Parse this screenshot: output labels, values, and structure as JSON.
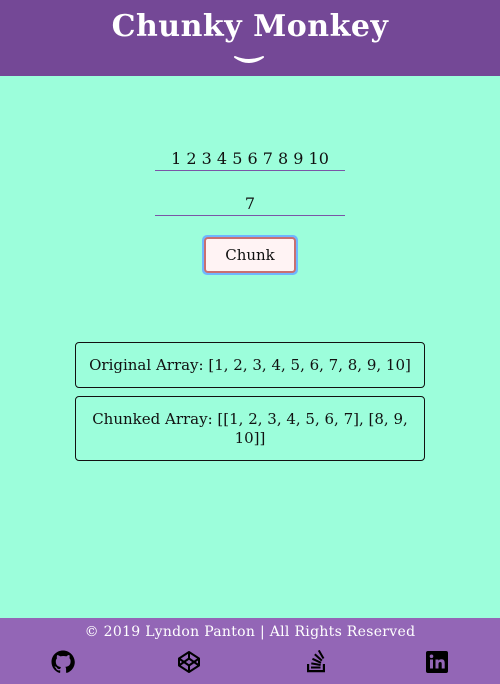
{
  "header": {
    "title": "Chunky Monkey",
    "chevron_icon": "chevron-down-icon"
  },
  "form": {
    "array_value": "1 2 3 4 5 6 7 8 9 10",
    "size_value": "7",
    "chunk_label": "Chunk"
  },
  "results": {
    "original": "Original Array: [1, 2, 3, 4, 5, 6, 7, 8, 9, 10]",
    "chunked": "Chunked Array: [[1, 2, 3, 4, 5, 6, 7], [8, 9, 10]]"
  },
  "footer": {
    "copyright": "© 2019 Lyndon Panton | All Rights Reserved",
    "icons": [
      "github-icon",
      "codepen-icon",
      "stackoverflow-icon",
      "linkedin-icon"
    ]
  },
  "colors": {
    "header_bg": "#744896",
    "page_bg": "#9cfedb",
    "footer_bg": "#9366b6",
    "button_focus": "#6fb6ff"
  }
}
